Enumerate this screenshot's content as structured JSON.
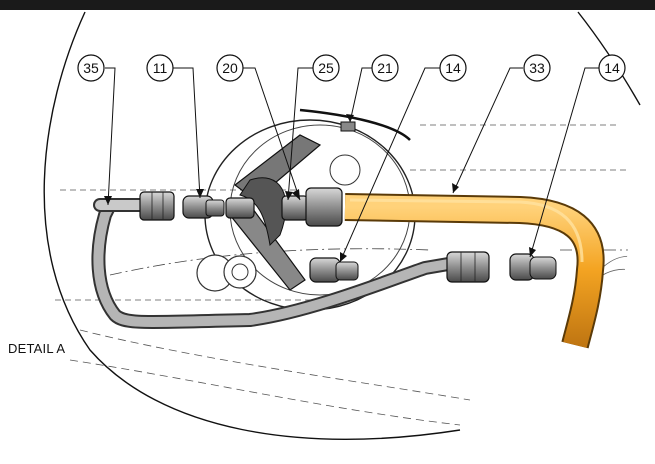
{
  "detail_label": "DETAIL A",
  "callouts": [
    "35",
    "11",
    "20",
    "25",
    "21",
    "14",
    "33",
    "14"
  ],
  "colors": {
    "hose": "#f0a020",
    "hose_shade": "#c47a10",
    "tube": "#b8b8b8",
    "fitting": "#9a9a9a",
    "outline": "#111111",
    "header_bar": "#1a1a1a"
  },
  "icons": {
    "detail_boundary": "circle-outline",
    "callout_bubble": "circle-with-number"
  }
}
